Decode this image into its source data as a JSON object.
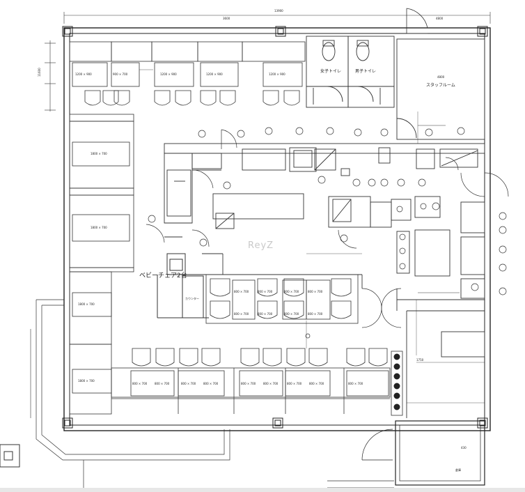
{
  "dimensions": {
    "overall_width": "13900",
    "left_depth": "3600",
    "staff_room_width": "4800",
    "bottom_right_width": "1750",
    "side_length": "11600"
  },
  "rooms": {
    "toilet_female": "女子トイレ",
    "toilet_male": "男子トイレ",
    "staff_room_code": "4800",
    "staff_room_name": "スタッフルーム",
    "baby_chair": "ベビーチェア2台",
    "counter_small": "カウンター",
    "storage_code": "430",
    "storage_name": "倉庫"
  },
  "tables": {
    "top_row": [
      "1200 × 900",
      "900 × 700",
      "1200 × 900",
      "1200 × 900",
      "1200 × 900"
    ],
    "left_column": [
      "1800 × 700",
      "1800 × 700",
      "1800 × 700",
      "1800 × 700"
    ],
    "center_block": [
      "800 × 700",
      "800 × 700",
      "800 × 700",
      "800 × 700",
      "800 × 700",
      "800 × 700",
      "800 × 700",
      "800 × 700"
    ],
    "bottom_row": [
      "800 × 700",
      "800 × 700",
      "800 × 700",
      "800 × 700",
      "800 × 700",
      "800 × 700",
      "800 × 700",
      "800 × 700",
      "800 × 700"
    ]
  },
  "watermark": "ReyZ"
}
